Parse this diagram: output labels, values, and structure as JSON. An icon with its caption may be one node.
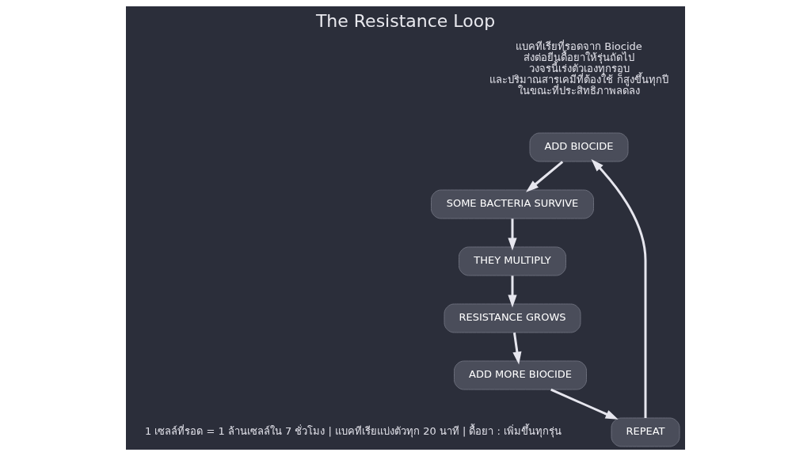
{
  "diagram": {
    "title": "The Resistance Loop",
    "nodes": [
      {
        "text": [
          "ADD BIOCIDE"
        ]
      },
      {
        "text": [
          "SOME BACTERIA SURVIVE"
        ]
      },
      {
        "text": [
          "THEY MULTIPLY"
        ]
      },
      {
        "text": [
          "RESISTANCE GROWS"
        ]
      },
      {
        "text": [
          "ADD MORE BIOCIDE"
        ]
      },
      {
        "text": [
          "REPEAT"
        ]
      }
    ],
    "edges": [
      {
        "from": 0,
        "to": 1,
        "arrow": "to"
      },
      {
        "from": 1,
        "to": 2,
        "arrow": "to"
      },
      {
        "from": 2,
        "to": 3,
        "arrow": "to"
      },
      {
        "from": 3,
        "to": 4,
        "arrow": "to"
      },
      {
        "from": 4,
        "to": 5,
        "arrow": "to"
      },
      {
        "from": 5,
        "to": 0,
        "arrow": "to"
      }
    ],
    "labels": [
      "แบคทีเรียที่รอดจาก Biocide ส่งต่อยีนดื้อยาให้รุ่นถัดไป วงจรนี้เร่งตัวเองทุกรอบ และปริมาณสารเคมีที่ต้องใช้ ก็สูงขึ้นทุกปี ในขณะที่ประสิทธิภาพลดลง",
      "1 เซลล์ที่รอด = 1 ล้านเซลล์ใน 7 ชั่วโมง | แบคทีเรียแบ่งตัวทุก 20 นาที | ดื้อยา : เพิ่มขึ้นทุกรุ่น"
    ]
  }
}
